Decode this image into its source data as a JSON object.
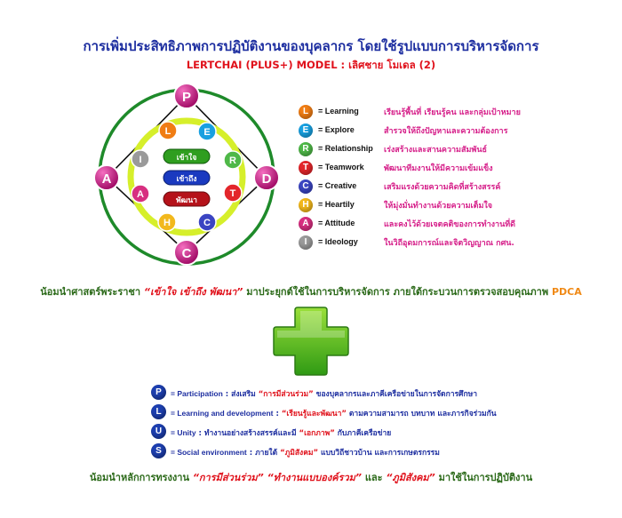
{
  "title": "การเพิ่มประสิทธิภาพการปฏิบัติงานของบุคลากร โดยใช้รูปแบบการบริหารจัดการ",
  "subtitle": "LERTCHAI (PLUS+) MODEL  : เลิศชาย โมเดล (2)",
  "diagram": {
    "outer_letters": [
      "P",
      "D",
      "C",
      "A"
    ],
    "inner_letters": [
      "L",
      "E",
      "R",
      "T",
      "C",
      "H",
      "A",
      "I"
    ],
    "pills": [
      "เข้าใจ",
      "เข้าถึง",
      "พัฒนา"
    ],
    "colors": {
      "outer_ring": "#1e8a2a",
      "inner_ring": "#d6ef2b",
      "magenta": "#c0117a",
      "green_pill": "#2f9e1f",
      "blue_pill": "#1a3ac0",
      "red_pill": "#b5121a"
    }
  },
  "legend": [
    {
      "letter": "L",
      "color": "#f07d14",
      "term": "= Learning",
      "desc": "เรียนรู้พื้นที่ เรียนรู้คน และกลุ่มเป้าหมาย"
    },
    {
      "letter": "E",
      "color": "#18a0e0",
      "term": "= Explore",
      "desc": "สำรวจให้ถึงปัญหาและความต้องการ"
    },
    {
      "letter": "R",
      "color": "#4fb848",
      "term": "= Relationship",
      "desc": "เร่งสร้างและสานความสัมพันธ์"
    },
    {
      "letter": "T",
      "color": "#e3262b",
      "term": "= Teamwork",
      "desc": "พัฒนาทีมงานให้มีความเข้มแข็ง"
    },
    {
      "letter": "C",
      "color": "#3b45c2",
      "term": "= Creative",
      "desc": "เสริมแรงด้วยความคิดที่สร้างสรรค์"
    },
    {
      "letter": "H",
      "color": "#f2b81c",
      "term": "= Heartily",
      "desc": "ให้มุ่งมั่นทำงานด้วยความเต็มใจ"
    },
    {
      "letter": "A",
      "color": "#d72f80",
      "term": "= Attitude",
      "desc": "และคงไว้ด้วยเจตคติของการทำงานที่ดี"
    },
    {
      "letter": "I",
      "color": "#9a9a9a",
      "term": "= Ideology",
      "desc": "ในวิถีอุดมการณ์และจิตวิญญาณ กศน."
    }
  ],
  "pdca_line": {
    "prefix": "น้อมนำศาสตร์พระราชา",
    "highlight": "“เข้าใจ เข้าถึง พัฒนา”",
    "middle": "มาประยุกต์ใช้ในการบริหารจัดการ ภายใต้กระบวนการตรวจสอบคุณภาพ",
    "pdca": "PDCA"
  },
  "plus_items": [
    {
      "letter": "P",
      "term": "= Participation",
      "before": " : ส่งเสริม ",
      "quote": "“การมีส่วนร่วม”",
      "after": " ของบุคลากรและภาคีเครือข่ายในการจัดการศึกษา"
    },
    {
      "letter": "L",
      "term": "= Learning and development",
      "before": " : ",
      "quote": "“เรียนรู้และพัฒนา”",
      "after": " ตามความสามารถ บทบาท และภารกิจร่วมกัน"
    },
    {
      "letter": "U",
      "term": "= Unity",
      "before": " : ทำงานอย่างสร้างสรรค์และมี ",
      "quote": "“เอกภาพ”",
      "after": " กับภาคีเครือข่าย"
    },
    {
      "letter": "S",
      "term": "= Social environment",
      "before": " : ภายใต้ ",
      "quote": "“ภูมิสังคม”",
      "after": " แบบวิถีชาวบ้าน และการเกษตรกรรม"
    }
  ],
  "bottom": {
    "prefix": "น้อมนำหลักการทรงงาน",
    "q1": "“การมีส่วนร่วม”",
    "q2": "“ทำงานแบบองค์รวม”",
    "and": "และ",
    "q3": "“ภูมิสังคม”",
    "suffix": "มาใช้ในการปฏิบัติงาน"
  }
}
